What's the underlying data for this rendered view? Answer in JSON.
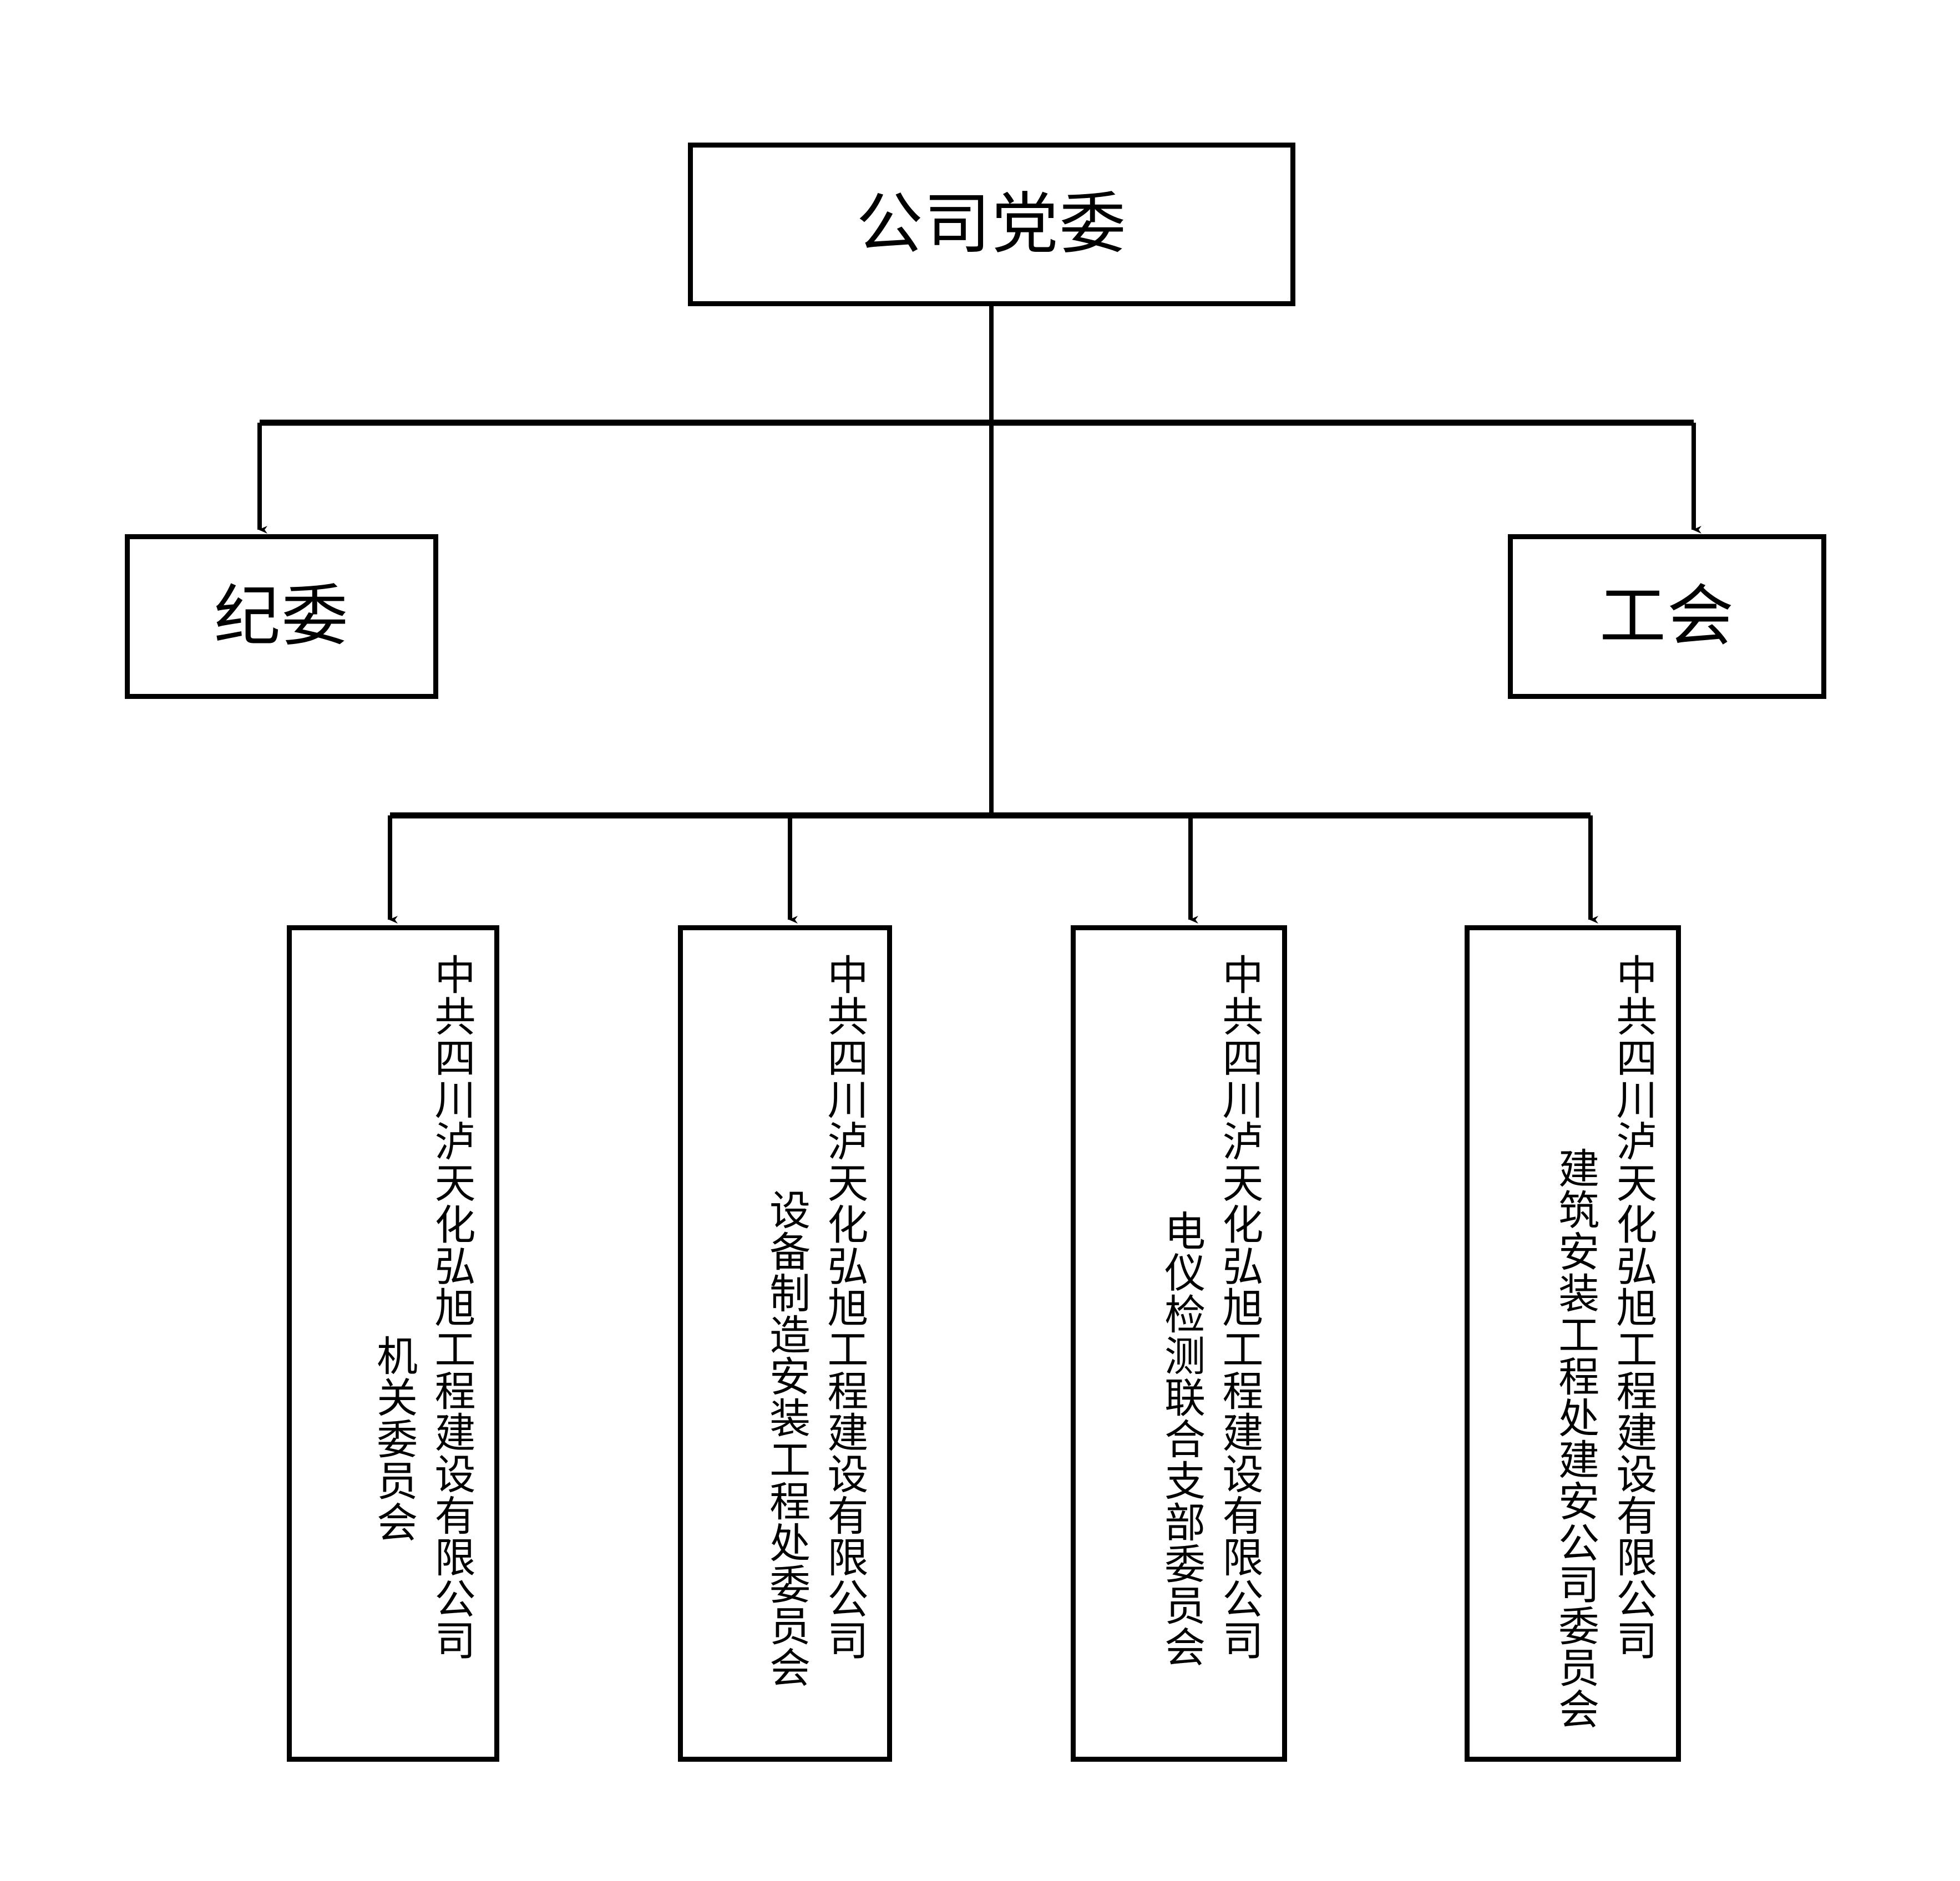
{
  "diagram": {
    "type": "org-chart",
    "orientation": "top-down",
    "title_text": "",
    "line_color": "#000000",
    "box_fill": "#ffffff",
    "box_border_color": "#000000"
  },
  "root": {
    "label": "公司党委"
  },
  "level2": [
    {
      "label": "纪委"
    },
    {
      "label": "工会"
    }
  ],
  "level3": [
    {
      "org": "中共四川泸天化弘旭工程建设有限公司",
      "unit": "机关委员会"
    },
    {
      "org": "中共四川泸天化弘旭工程建设有限公司",
      "unit": "设备制造安装工程处委员会"
    },
    {
      "org": "中共四川泸天化弘旭工程建设有限公司",
      "unit": "电仪检测联合支部委员会"
    },
    {
      "org": "中共四川泸天化弘旭工程建设有限公司",
      "unit": "建筑安装工程处建安公司委员会"
    }
  ]
}
